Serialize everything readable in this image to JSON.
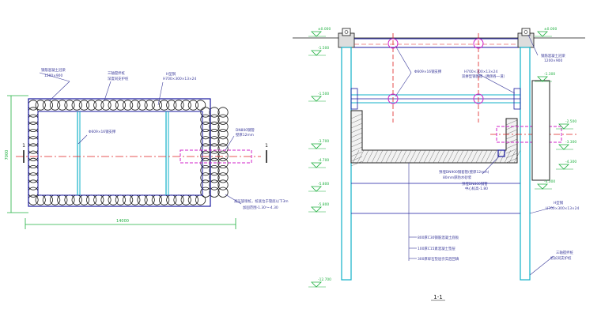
{
  "colors": {
    "background": "#ffffff",
    "outline": "#1a1aa0",
    "pile": "#1a1a1a",
    "center_line": "#e02020",
    "steel_pipe": "#d020c8",
    "column": "#10b0c8",
    "concrete": "#333333",
    "elevation": "#20b040",
    "dim": "#20b040",
    "text": "#3a3a9a"
  },
  "plan": {
    "labels": {
      "pile_wall": "钢筋混凝土冠梁",
      "pile_wall_size": "1200×900",
      "mixing_pile": "三轴搅拌桩",
      "mixing_pile_spec": "深度同支护桩",
      "steel_wale": "H型钢",
      "steel_wale_size": "H700×300×13×24",
      "strut": "Φ609×16钢支撑",
      "pipe_jack": "DN800钢管",
      "pipe_jack_spec": "壁厚12mm",
      "note_line1": "高压旋喷桩，桩底位于管底以下3m",
      "note_line2": "加固范围-1.30～-4.30",
      "section_left": "1",
      "section_right": "1",
      "dim_width": "14000",
      "dim_height": "7000"
    }
  },
  "section": {
    "title": "1-1",
    "elevations": {
      "top_left": "±0.000",
      "top_right": "±0.000",
      "strut_level": "-1.500",
      "bottom_slab": "-3.700",
      "right_upper": "-1.300",
      "right_pipe_top": "-2.500",
      "right_pipe_bottom": "-3.300",
      "right_lower": "-4.300",
      "left_lower": "-4.700",
      "left_mid": "-5.800",
      "left_bottom": "-12.700"
    },
    "labels": {
      "ring_beam": "钢筋混凝土冠梁",
      "ring_beam_size": "1200×900",
      "strut": "Φ609×16钢支撑",
      "wale": "H700×300×13×24",
      "wale_note": "双拼型钢围檩（两侧各一道）",
      "pipe_sleeve": "预埋DN900钢套管(壁厚12mm)",
      "sleeve_note": "80mm厚防水砂浆",
      "pipe_center": "预埋DN800钢管",
      "pipe_elev": "中心标高-1.80",
      "steel_column": "H型钢",
      "steel_column_size": "H700×300×13×24",
      "bottom1": "800厚C30钢筋混凝土底板",
      "bottom2": "100厚C15素混凝土垫层",
      "bottom3": "300厚碎石垫层夯实后回填",
      "pile_note1": "三轴搅拌桩",
      "pile_note2": "桩长同支护桩"
    }
  }
}
